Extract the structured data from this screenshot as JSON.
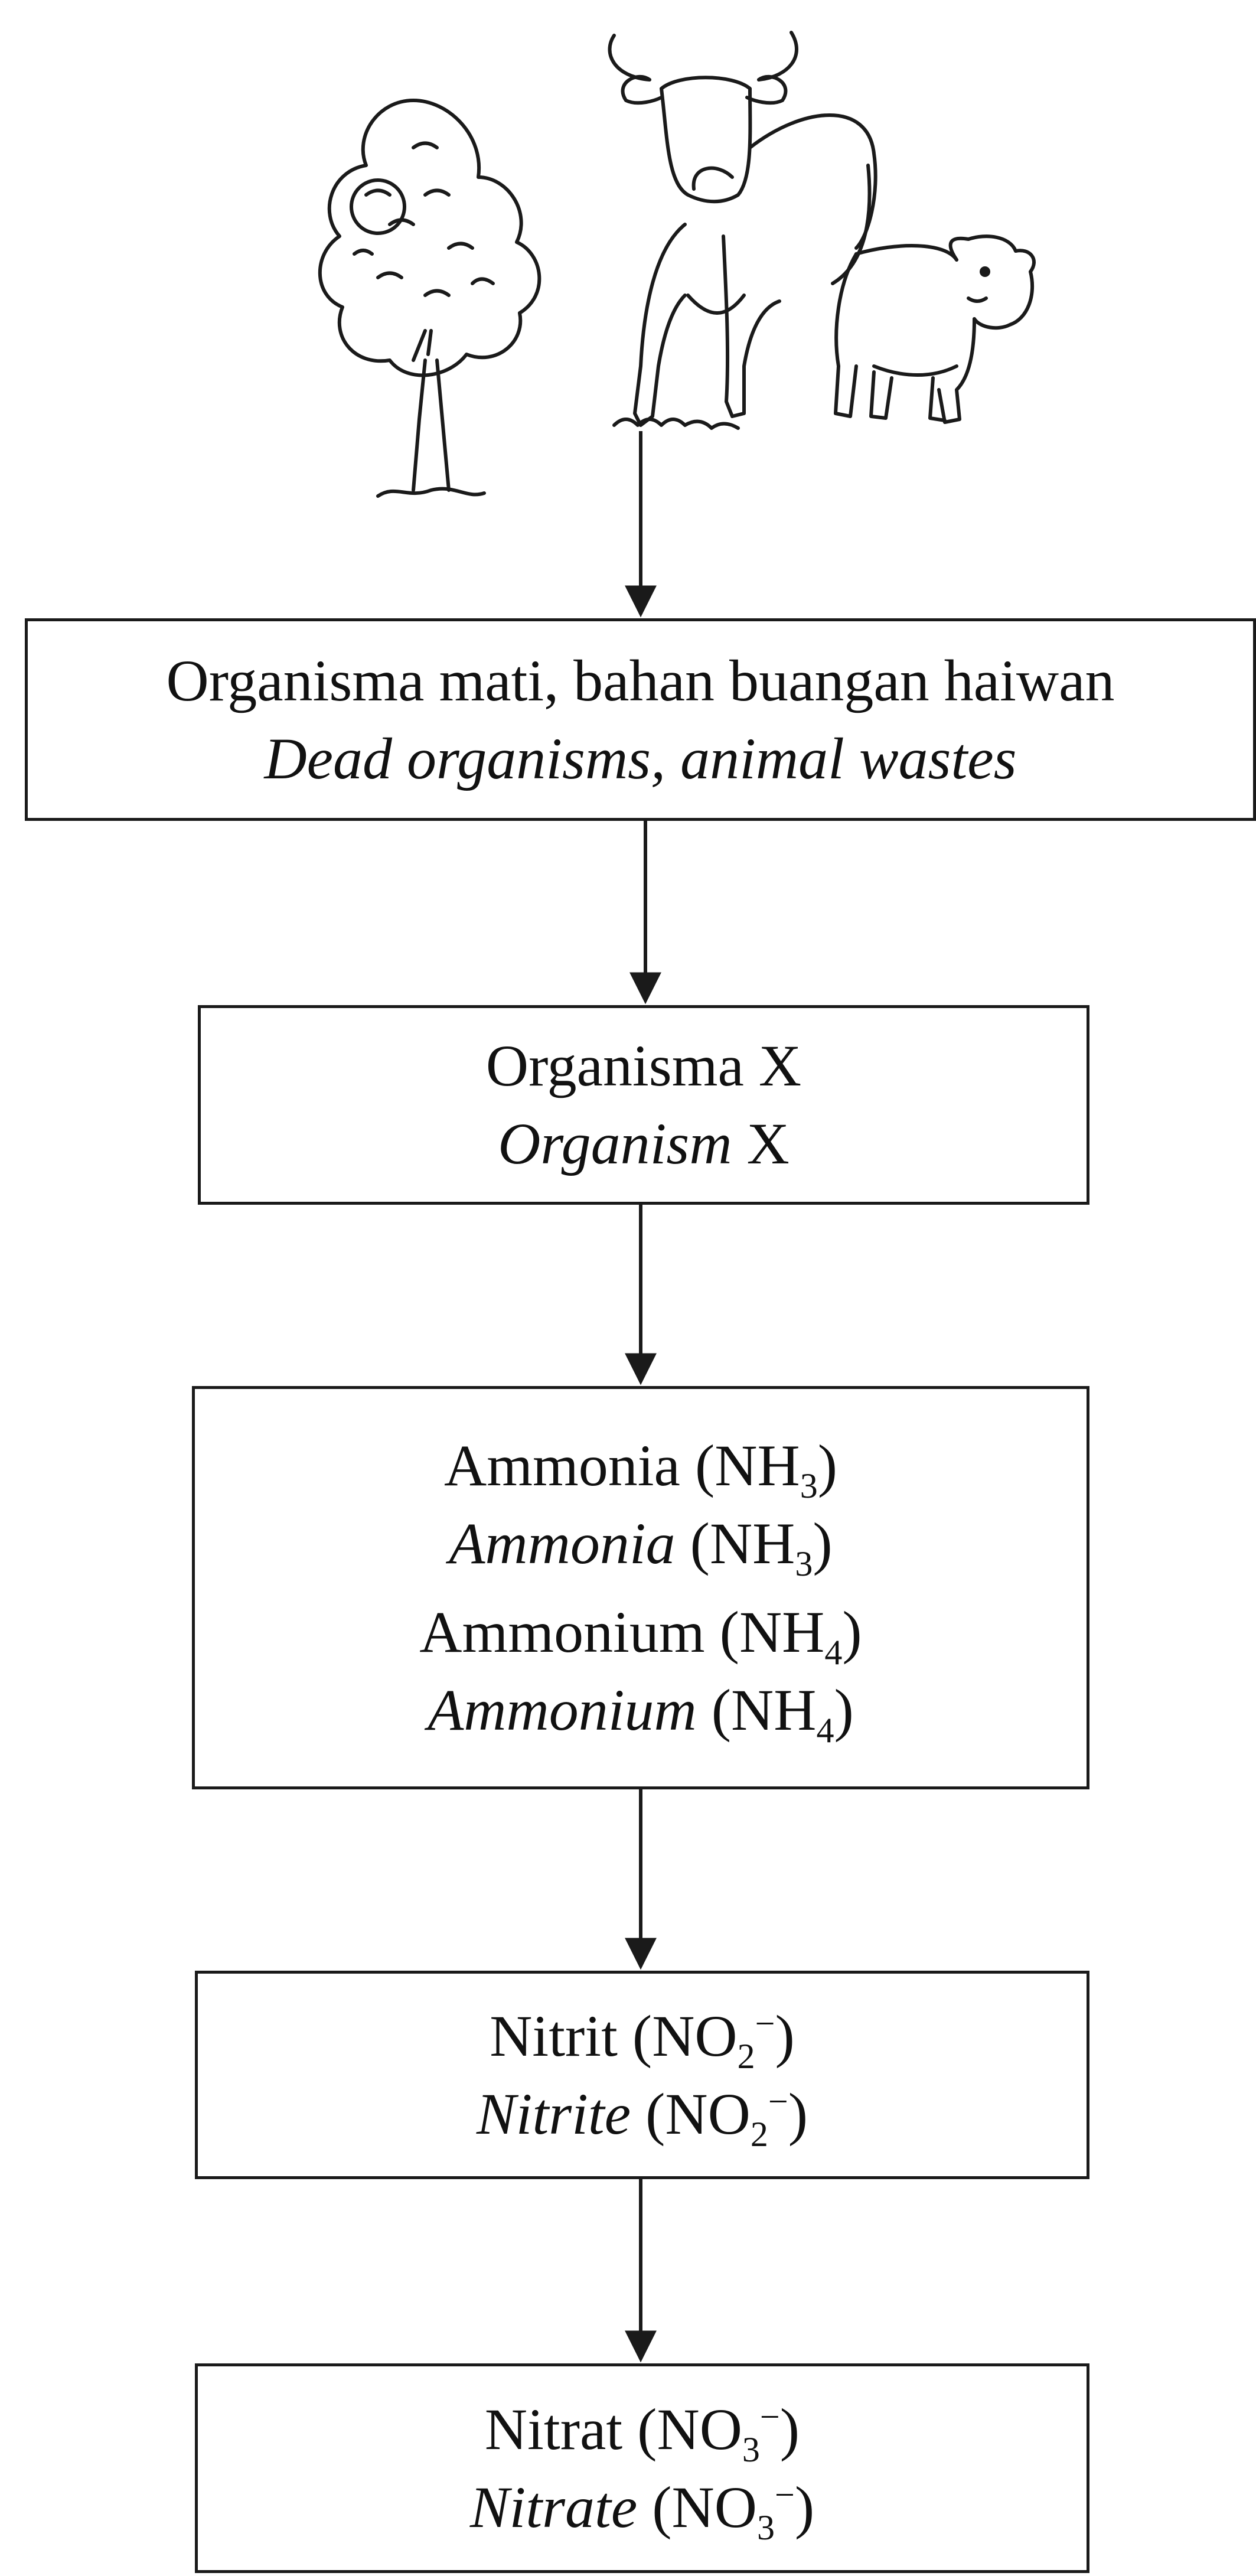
{
  "illustrations": {
    "tree_icon": "tree-icon",
    "cow_icon": "cow-icon",
    "calf_icon": "calf-icon"
  },
  "box1": {
    "malay": "Organisma mati, bahan buangan haiwan",
    "english": "Dead organisms, animal wastes"
  },
  "box2": {
    "malay_word": "Organisma",
    "english_word": "Organism",
    "label": "X"
  },
  "box3": {
    "ammonia_malay": "Ammonia",
    "ammonia_english": "Ammonia",
    "ammonia_formula": "NH",
    "ammonia_sub": "3",
    "ammonium_malay": "Ammonium",
    "ammonium_english": "Ammonium",
    "ammonium_formula": "NH",
    "ammonium_sub": "4"
  },
  "box4": {
    "malay": "Nitrit",
    "english": "Nitrite",
    "formula": "NO",
    "sub": "2",
    "charge": "−"
  },
  "box5": {
    "malay": "Nitrat",
    "english": "Nitrate",
    "formula": "NO",
    "sub": "3",
    "charge": "−"
  },
  "colors": {
    "stroke": "#1a1a1a",
    "background": "#ffffff"
  }
}
